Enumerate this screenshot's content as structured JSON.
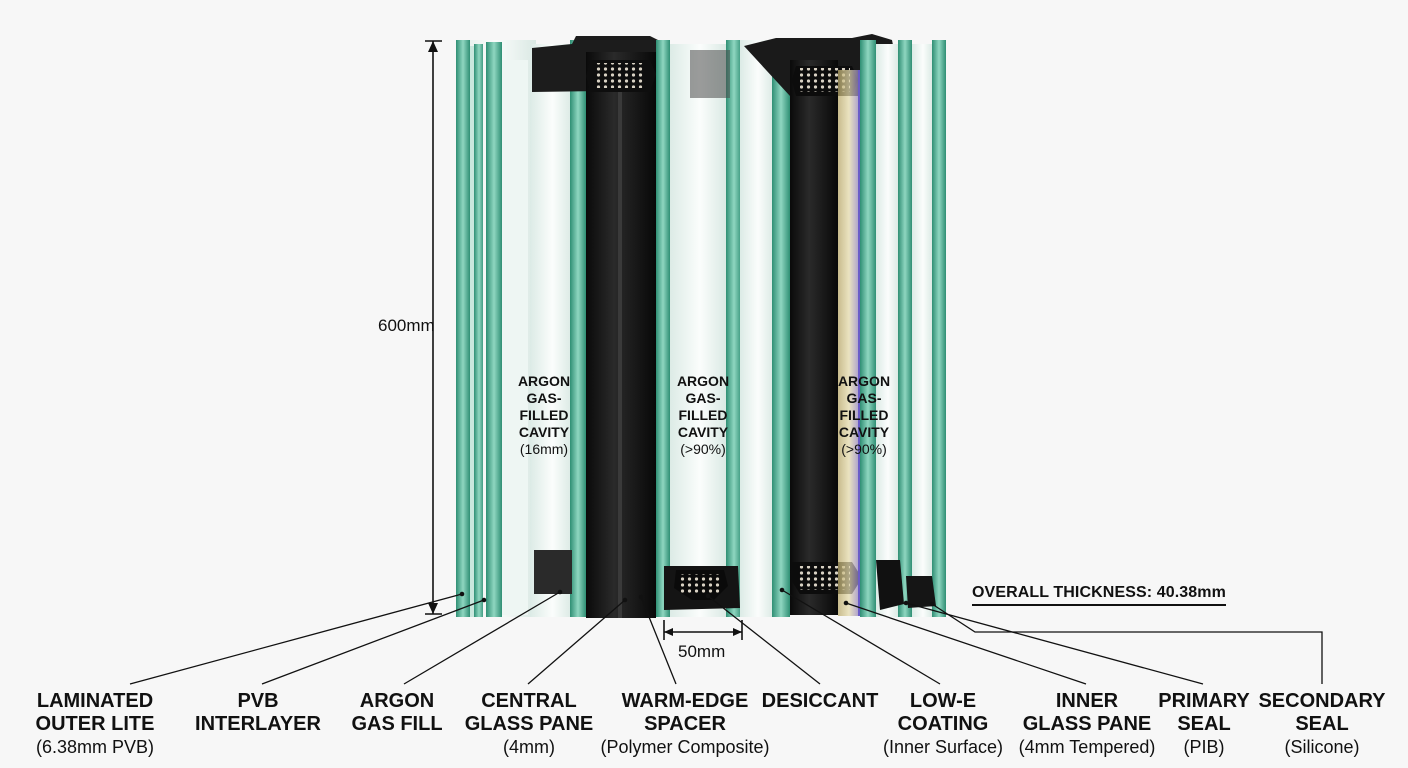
{
  "dimensions": {
    "height": "600mm",
    "spacer_width": "50mm",
    "overall_thickness": "OVERALL THICKNESS: 40.38mm"
  },
  "cavities": [
    {
      "line1": "ARGON",
      "line2": "GAS-",
      "line3": "FILLED",
      "line4": "CAVITY",
      "sub": "(16mm)"
    },
    {
      "line1": "ARGON",
      "line2": "GAS-",
      "line3": "FILLED",
      "line4": "CAVITY",
      "sub": "(>90%)"
    },
    {
      "line1": "ARGON",
      "line2": "GAS-",
      "line3": "FILLED",
      "line4": "CAVITY",
      "sub": "(>90%)"
    }
  ],
  "labels": [
    {
      "t1": "LAMINATED",
      "t2": "OUTER LITE",
      "sub": "(6.38mm PVB)"
    },
    {
      "t1": "PVB",
      "t2": "INTERLAYER",
      "sub": ""
    },
    {
      "t1": "ARGON",
      "t2": "GAS FILL",
      "sub": ""
    },
    {
      "t1": "CENTRAL",
      "t2": "GLASS PANE",
      "sub": "(4mm)"
    },
    {
      "t1": "WARM-EDGE",
      "t2": "SPACER",
      "sub": "(Polymer Composite)"
    },
    {
      "t1": "DESICCANT",
      "t2": "",
      "sub": ""
    },
    {
      "t1": "LOW-E",
      "t2": "COATING",
      "sub": "(Inner Surface)"
    },
    {
      "t1": "INNER",
      "t2": "GLASS PANE",
      "sub": "(4mm Tempered)"
    },
    {
      "t1": "PRIMARY",
      "t2": "SEAL",
      "sub": "(PIB)"
    },
    {
      "t1": "SECONDARY",
      "t2": "SEAL",
      "sub": "(Silicone)"
    }
  ],
  "colors": {
    "glass_edge": "#3ea88a",
    "glass_edge_light": "#8fd6c0",
    "glass_face": "#e9f3ef",
    "spacer": "#111111",
    "desiccant_dots": "#d9d2c4",
    "background": "#f7f7f7"
  }
}
